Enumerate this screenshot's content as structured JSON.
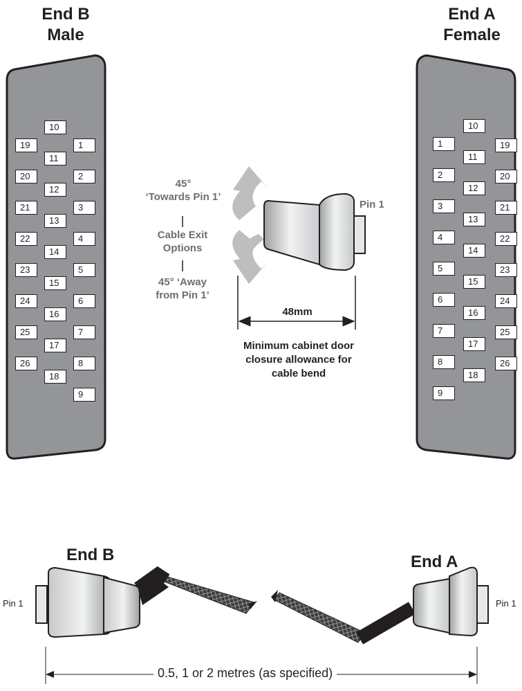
{
  "end_b": {
    "line1": "End B",
    "line2": "Male"
  },
  "end_a": {
    "line1": "End A",
    "line2": "Female"
  },
  "end_b_pins": {
    "col_left": [
      "19",
      "20",
      "21",
      "22",
      "23",
      "24",
      "25",
      "26"
    ],
    "col_mid": [
      "10",
      "11",
      "12",
      "13",
      "14",
      "15",
      "16",
      "17",
      "18"
    ],
    "col_right": [
      "1",
      "2",
      "3",
      "4",
      "5",
      "6",
      "7",
      "8",
      "9"
    ]
  },
  "end_a_pins": {
    "col_left": [
      "1",
      "2",
      "3",
      "4",
      "5",
      "6",
      "7",
      "8",
      "9"
    ],
    "col_mid": [
      "10",
      "11",
      "12",
      "13",
      "14",
      "15",
      "16",
      "17",
      "18"
    ],
    "col_right": [
      "19",
      "20",
      "21",
      "22",
      "23",
      "24",
      "25",
      "26"
    ]
  },
  "exit_options": {
    "towards_angle": "45°",
    "towards_text": "‘Towards Pin 1’",
    "cable_exit_line1": "Cable Exit",
    "cable_exit_line2": "Options",
    "away_line1": "45° ‘Away",
    "away_line2": "from Pin 1’",
    "pin1": "Pin 1",
    "dimension": "48mm",
    "note_line1": "Minimum cabinet door",
    "note_line2": "closure allowance for",
    "note_line3": "cable bend"
  },
  "cable": {
    "end_b": "End B",
    "end_a": "End A",
    "pin1_left": "Pin 1",
    "pin1_right": "Pin 1",
    "length": "0.5, 1 or 2 metres (as specified)"
  }
}
